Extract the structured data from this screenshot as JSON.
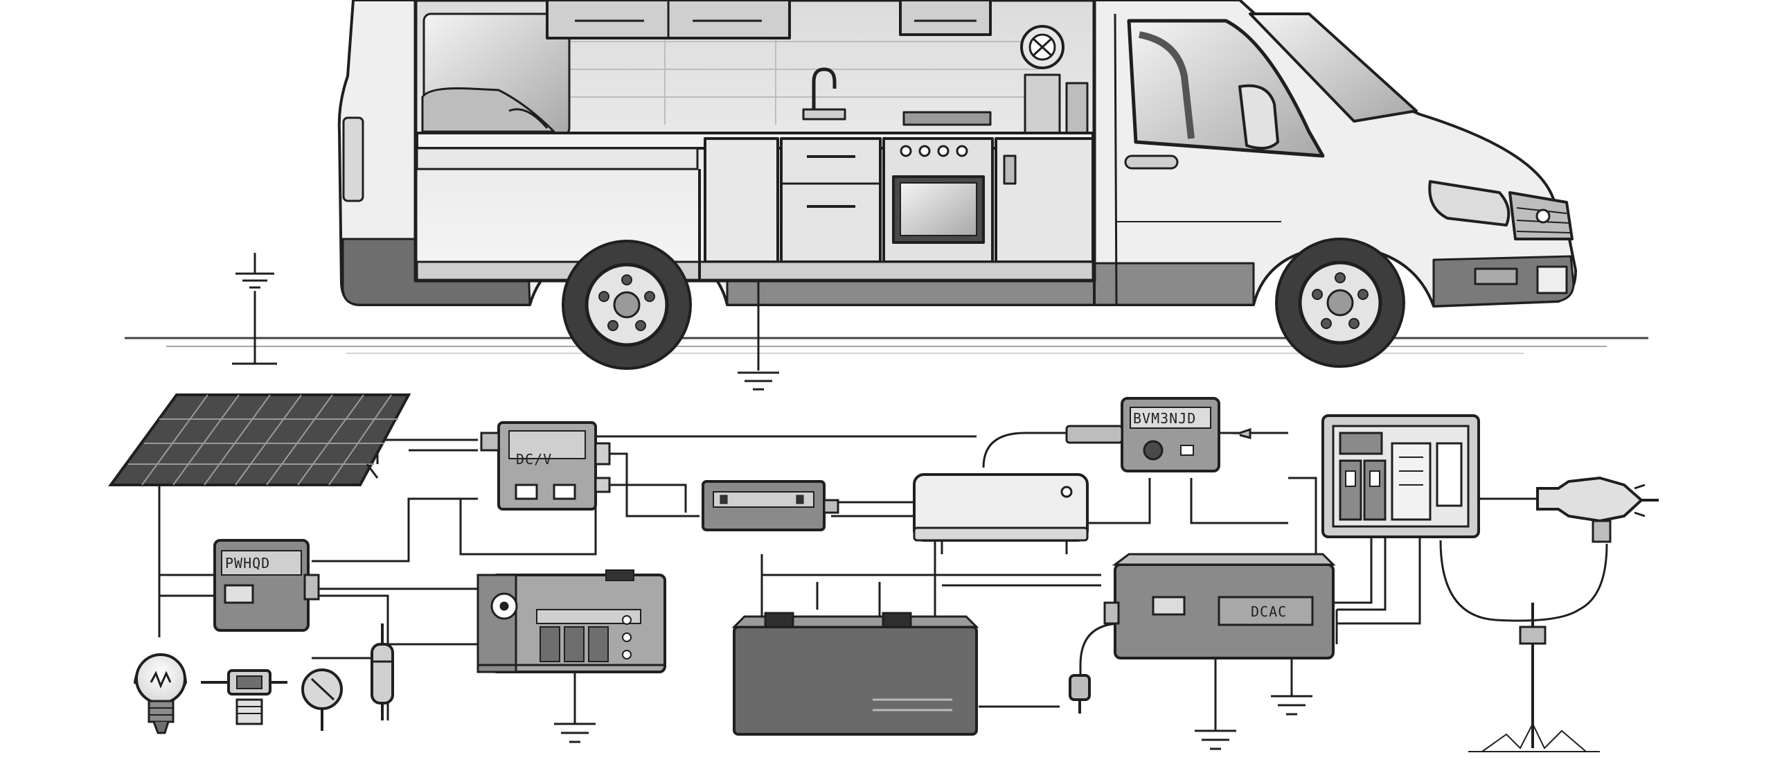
{
  "colors": {
    "background": "#ffffff",
    "ink": "#1f1f1f",
    "body_light": "#eeeeee",
    "mid_gray": "#9a9a9a",
    "dark_gray": "#5c5c5c",
    "rocker": "#6e6e6e"
  },
  "labels": {
    "charge_controller": "DC/V",
    "monitor_meter": "BVM3NJD",
    "inverter_box": "PWHQD",
    "charger_unit": "DCAC"
  },
  "icons": {
    "van": "camper-van",
    "solar": "solar-panel-icon",
    "bulb": "light-bulb-icon",
    "ground": "ground-symbol-icon"
  }
}
